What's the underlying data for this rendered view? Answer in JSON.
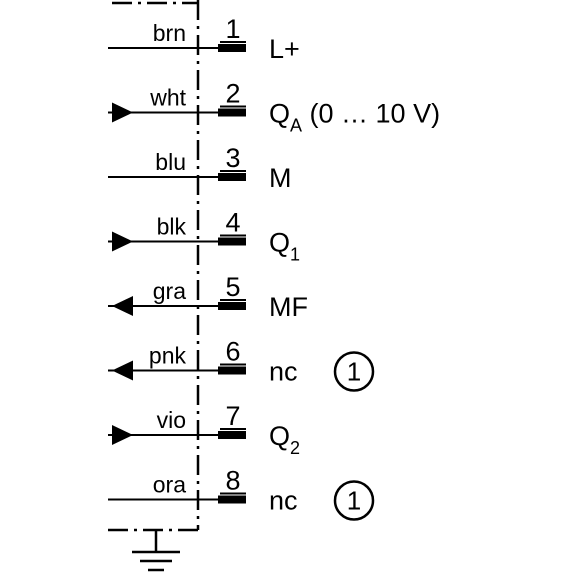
{
  "pins": [
    {
      "number": "1",
      "wire": "brn",
      "signal": "L+",
      "signal_sub": "",
      "signal_suffix": "",
      "arrow": "none",
      "note": ""
    },
    {
      "number": "2",
      "wire": "wht",
      "signal": "Q",
      "signal_sub": "A",
      "signal_suffix": " (0 … 10 V)",
      "arrow": "in",
      "note": ""
    },
    {
      "number": "3",
      "wire": "blu",
      "signal": "M",
      "signal_sub": "",
      "signal_suffix": "",
      "arrow": "none",
      "note": ""
    },
    {
      "number": "4",
      "wire": "blk",
      "signal": "Q",
      "signal_sub": "1",
      "signal_suffix": "",
      "arrow": "in",
      "note": ""
    },
    {
      "number": "5",
      "wire": "gra",
      "signal": "MF",
      "signal_sub": "",
      "signal_suffix": "",
      "arrow": "out",
      "note": ""
    },
    {
      "number": "6",
      "wire": "pnk",
      "signal": "nc",
      "signal_sub": "",
      "signal_suffix": "",
      "arrow": "out",
      "note": "1"
    },
    {
      "number": "7",
      "wire": "vio",
      "signal": "Q",
      "signal_sub": "2",
      "signal_suffix": "",
      "arrow": "in",
      "note": ""
    },
    {
      "number": "8",
      "wire": "ora",
      "signal": "nc",
      "signal_sub": "",
      "signal_suffix": "",
      "arrow": "none",
      "note": "1"
    }
  ]
}
